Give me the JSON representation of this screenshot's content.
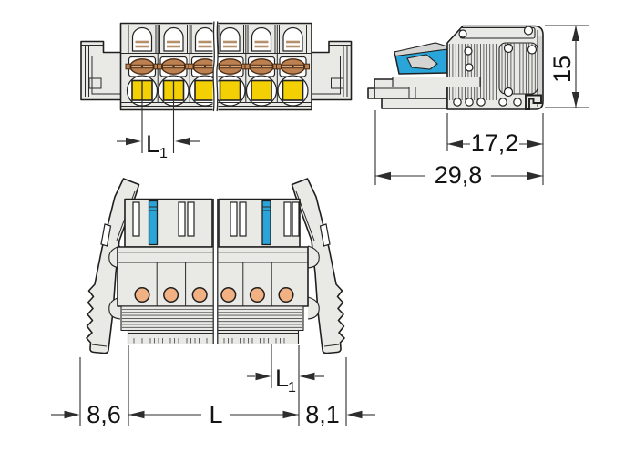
{
  "drawing": {
    "type": "technical-connector-drawing",
    "views": [
      "top-view",
      "side-view",
      "front-view"
    ],
    "dimensions": {
      "top_view_pitch": {
        "label": "L",
        "subscript": "1"
      },
      "side_view": {
        "height": "15",
        "housing_depth": "17,2",
        "overall_depth": "29,8"
      },
      "front_view": {
        "lever_left": "8,6",
        "length": "L",
        "lever_right": "8,1",
        "pitch": {
          "label": "L",
          "subscript": "1"
        }
      }
    },
    "colors": {
      "body_gray": "#e9eae6",
      "shade_gray": "#d4d5d2",
      "outline": "#1f1f1f",
      "dimension_ink": "#2d2d2d",
      "coding_blue": "#29a5da",
      "button_yellow": "#f3d003",
      "screw_copper": "#bd8051",
      "slot_copper_light": "#d9a87a",
      "contact_orange": "#f2b183",
      "test_slot_tan": "#b5906b"
    }
  }
}
